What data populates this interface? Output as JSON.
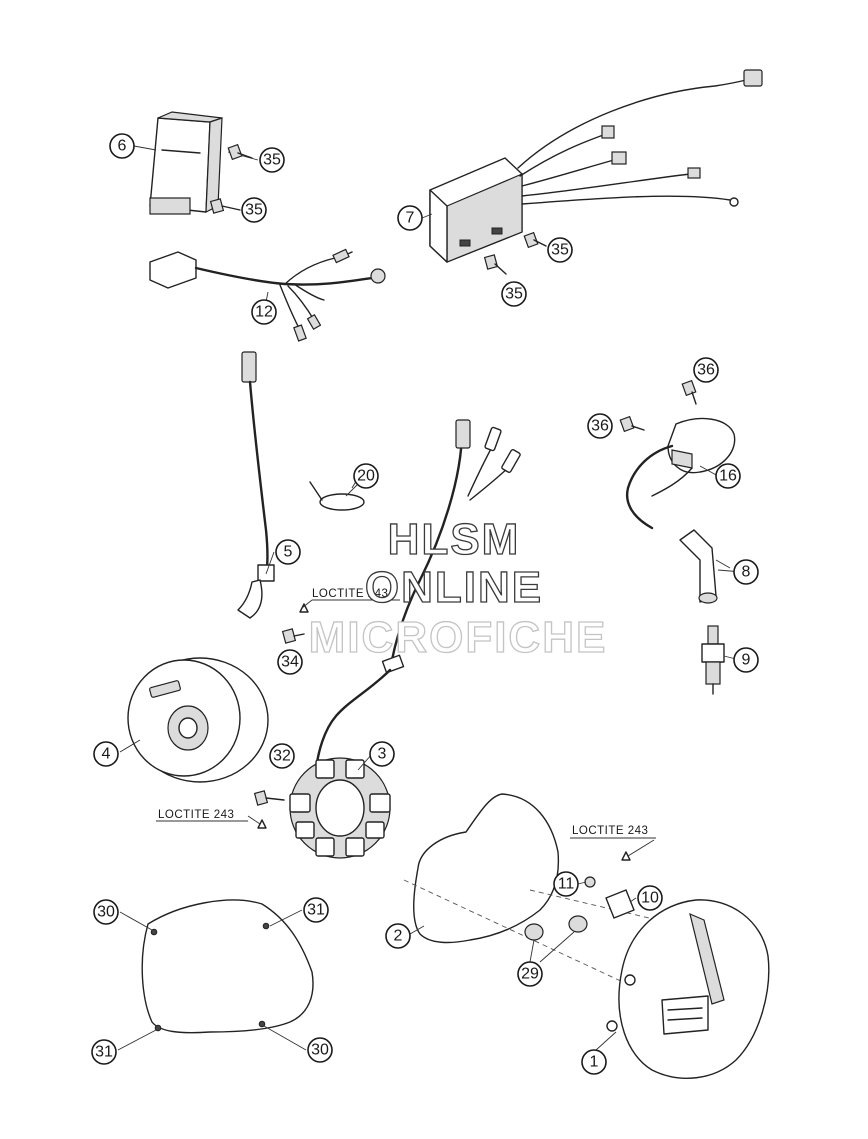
{
  "callouts": {
    "c1": "1",
    "c2": "2",
    "c3": "3",
    "c4": "4",
    "c5": "5",
    "c6": "6",
    "c7": "7",
    "c8": "8",
    "c9": "9",
    "c10": "10",
    "c11": "11",
    "c12": "12",
    "c16": "16",
    "c20": "20",
    "c29": "29",
    "c30a": "30",
    "c30b": "30",
    "c31a": "31",
    "c31b": "31",
    "c32": "32",
    "c34": "34",
    "c35a": "35",
    "c35b": "35",
    "c35c": "35",
    "c35d": "35",
    "c36a": "36",
    "c36b": "36"
  },
  "notes": {
    "loctite_a": "LOCTITE 243",
    "loctite_b": "LOCTITE 243",
    "loctite_c": "LOCTITE 243"
  },
  "watermark": {
    "line1": "HLSM",
    "line2": "ONLINE",
    "line3": "MICROFICHE"
  },
  "colors": {
    "line": "#222222",
    "background": "#ffffff",
    "watermark_outline": "#3a3a3a",
    "watermark_faint": "#c4c4c4"
  }
}
